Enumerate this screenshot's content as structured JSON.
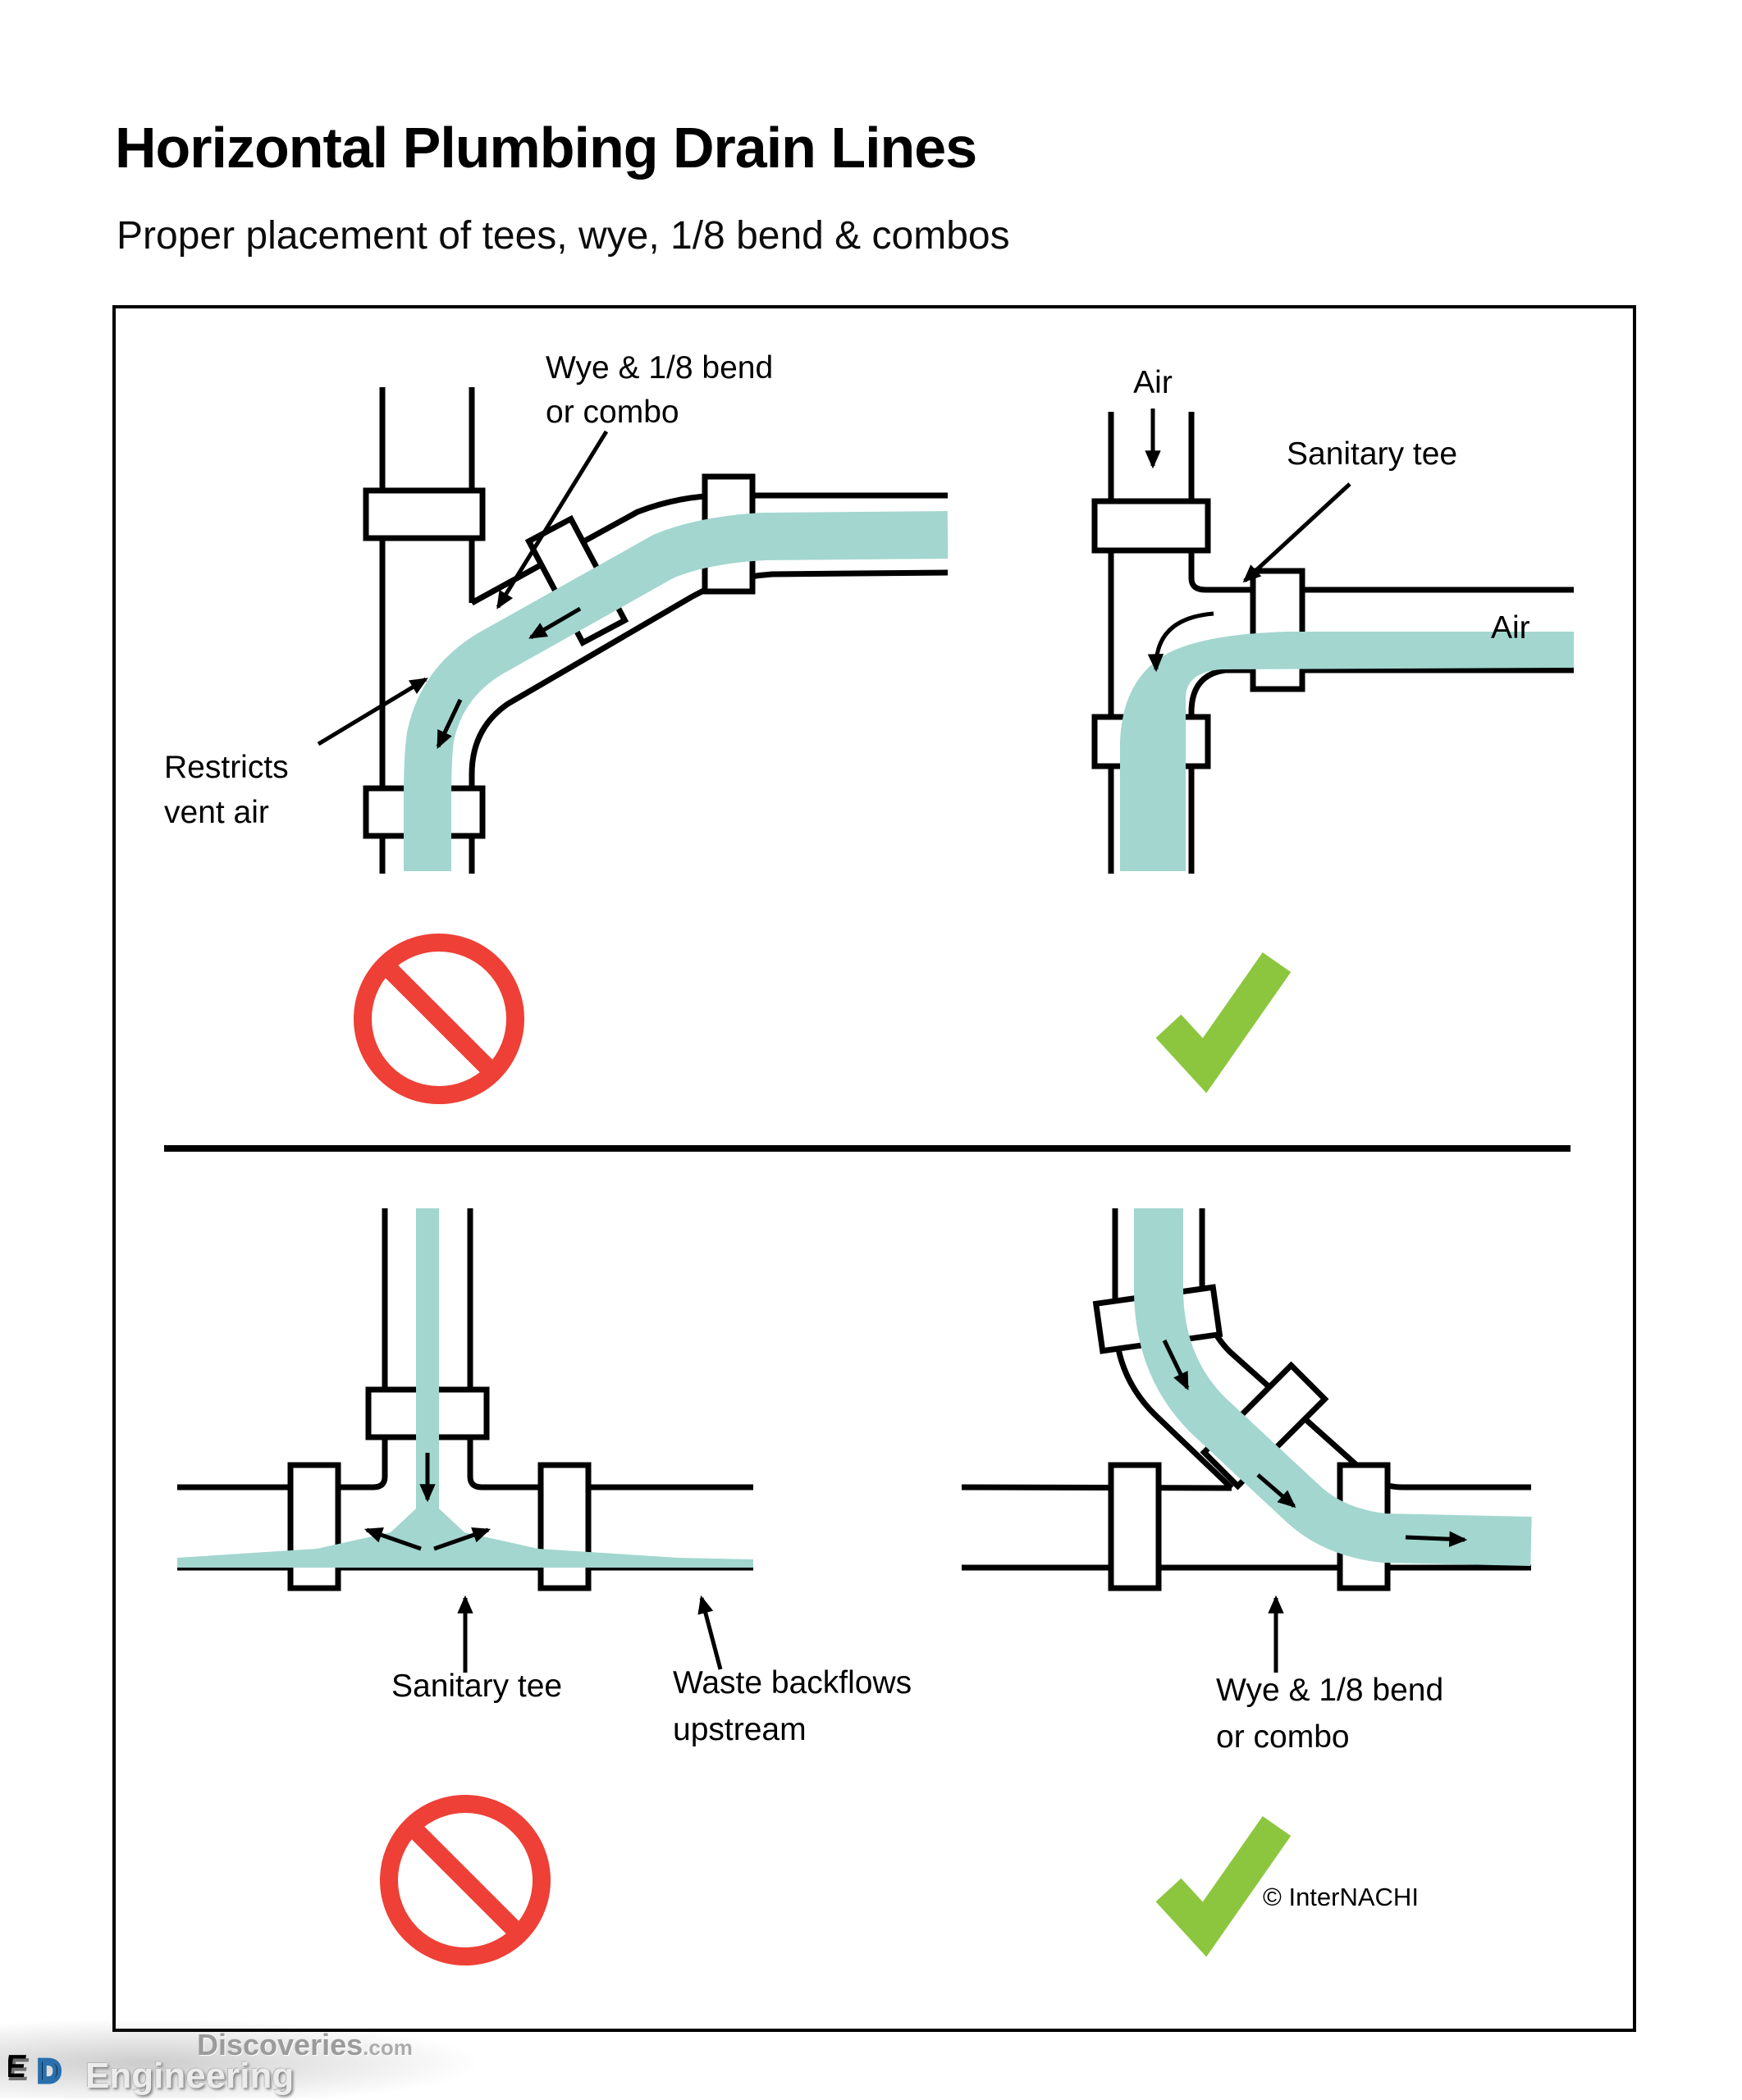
{
  "header": {
    "title": "Horizontal Plumbing Drain Lines",
    "subtitle": "Proper placement of tees, wye, 1/8 bend & combos"
  },
  "panels": {
    "top_left": {
      "wye_label_line1": "Wye & 1/8 bend",
      "wye_label_line2": "or combo",
      "restricts_label_line1": "Restricts",
      "restricts_label_line2": "vent air",
      "verdict_icon": "prohibition-icon"
    },
    "top_right": {
      "air_top_label": "Air",
      "sanitary_tee_label": "Sanitary tee",
      "air_right_label": "Air",
      "verdict_icon": "checkmark-icon"
    },
    "bottom_left": {
      "sanitary_tee_label": "Sanitary tee",
      "backflow_label_line1": "Waste backflows",
      "backflow_label_line2": "upstream",
      "verdict_icon": "prohibition-icon"
    },
    "bottom_right": {
      "wye_label_line1": "Wye & 1/8 bend",
      "wye_label_line2": "or combo",
      "credit": "© InterNACHI",
      "verdict_icon": "checkmark-icon"
    }
  },
  "colors": {
    "flow": "#a2d6cf",
    "prohibited": "#ee4036",
    "correct": "#8cc63e",
    "line": "#000000"
  },
  "watermark": {
    "brand_line1": "Discoveries",
    "brand_suffix": ".com",
    "brand_line2": "Engineering",
    "logo_letter_e": "E",
    "logo_letter_d": "D"
  }
}
